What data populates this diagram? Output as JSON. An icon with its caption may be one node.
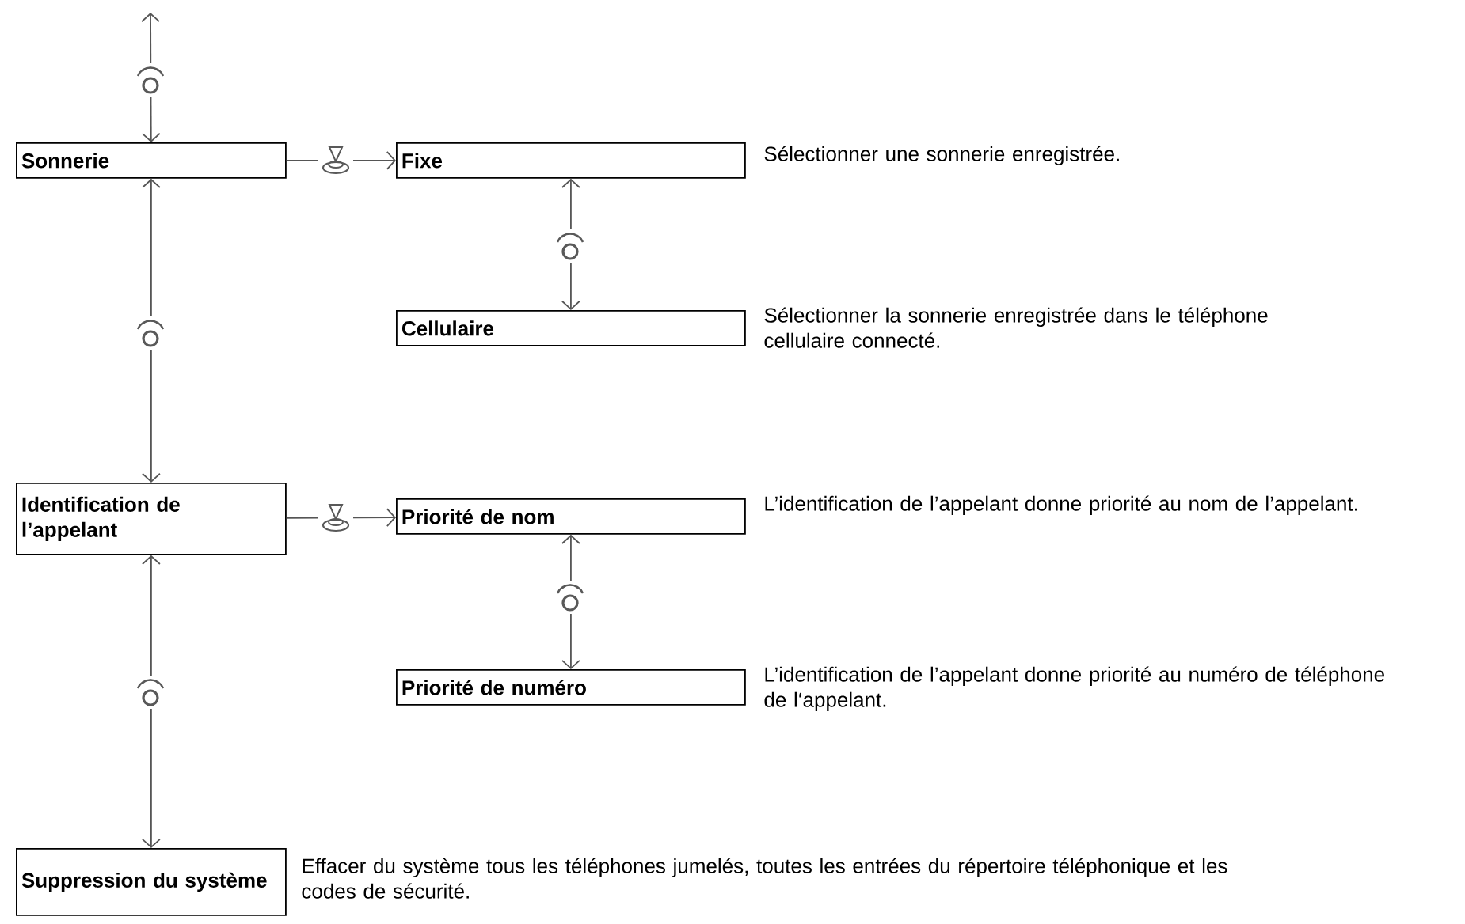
{
  "diagram": {
    "nodes": [
      {
        "text": [
          "Sonnerie"
        ]
      },
      {
        "text": [
          "Fixe"
        ],
        "beside": [
          "Sélectionner une sonnerie enregistrée."
        ]
      },
      {
        "text": [
          "Cellulaire"
        ],
        "beside": [
          "Sélectionner la sonnerie enregistrée dans le téléphone cellulaire connecté."
        ]
      },
      {
        "text": [
          "Identification de l’appelant"
        ]
      },
      {
        "text": [
          "Priorité de nom"
        ],
        "beside": [
          "L’identification de l’appelant donne priorité au nom de l’appelant."
        ]
      },
      {
        "text": [
          "Priorité de numéro"
        ],
        "beside": [
          "L’identification de l’appelant donne priorité au numéro de téléphone de l‘appelant."
        ]
      },
      {
        "text": [
          "Suppression du système"
        ],
        "beside": [
          "Effacer du système tous les téléphones jumelés, toutes les entrées du répertoire téléphonique et les codes de sécurité."
        ]
      }
    ],
    "edges": [
      {
        "from": null,
        "to": 0,
        "arrow": "both"
      },
      {
        "from": 0,
        "to": 1,
        "arrow": "to"
      },
      {
        "from": 1,
        "to": 2,
        "arrow": "both"
      },
      {
        "from": 0,
        "to": 3,
        "arrow": "both"
      },
      {
        "from": 3,
        "to": 4,
        "arrow": "to"
      },
      {
        "from": 4,
        "to": 5,
        "arrow": "both"
      },
      {
        "from": 3,
        "to": 6,
        "arrow": "both"
      }
    ]
  }
}
